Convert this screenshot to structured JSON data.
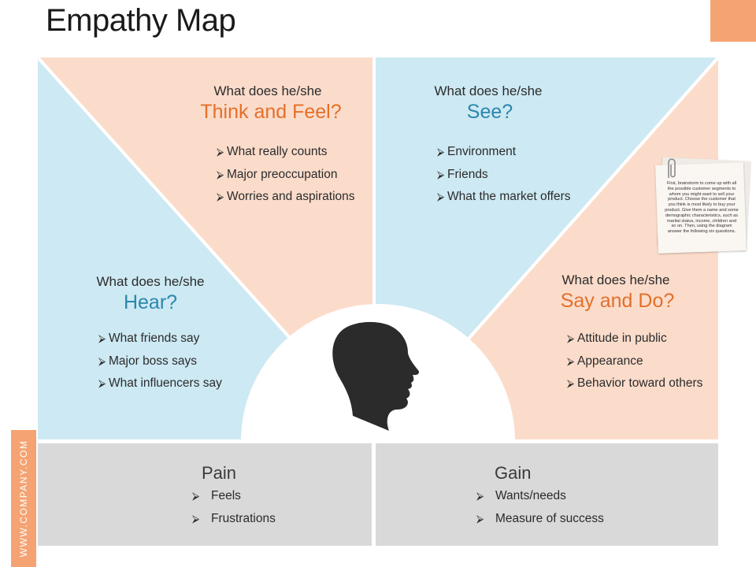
{
  "page": {
    "title": "Empathy Map",
    "side_tab": "WWW.COMPANY.COM",
    "colors": {
      "peach": "#fbdccb",
      "light_blue": "#cde9f3",
      "gray": "#d9d9d9",
      "accent_orange": "#f5a373",
      "orange_text": "#e46f2a",
      "blue_text": "#2b87ad"
    }
  },
  "quadrants": {
    "think_feel": {
      "prompt": "What does he/she",
      "topic": "Think and Feel?",
      "items": [
        "What really counts",
        "Major preoccupation",
        "Worries and aspirations"
      ]
    },
    "see": {
      "prompt": "What does he/she",
      "topic": "See?",
      "items": [
        "Environment",
        "Friends",
        "What the market offers"
      ]
    },
    "hear": {
      "prompt": "What does he/she",
      "topic": "Hear?",
      "items": [
        "What friends say",
        "Major boss says",
        "What influencers say"
      ]
    },
    "say_do": {
      "prompt": "What does he/she",
      "topic": "Say and Do?",
      "items": [
        "Attitude in public",
        "Appearance",
        "Behavior toward others"
      ]
    }
  },
  "pain": {
    "title": "Pain",
    "items": [
      "Feels",
      "Frustrations"
    ]
  },
  "gain": {
    "title": "Gain",
    "items": [
      "Wants/needs",
      "Measure of success"
    ]
  },
  "note": {
    "text": "First, brainstorm to come up with all the possible customer segments to whom you might want to sell your product. Choose the customer that you think is most likely to buy your product. Give them a name and some demographic characteristics, such as marital status, income, children and so on. Then, using the diagram answer the following six questions."
  },
  "icons": {
    "head": "head-silhouette-icon",
    "bullet": "arrow-bullet-icon",
    "clip": "paperclip-icon"
  }
}
